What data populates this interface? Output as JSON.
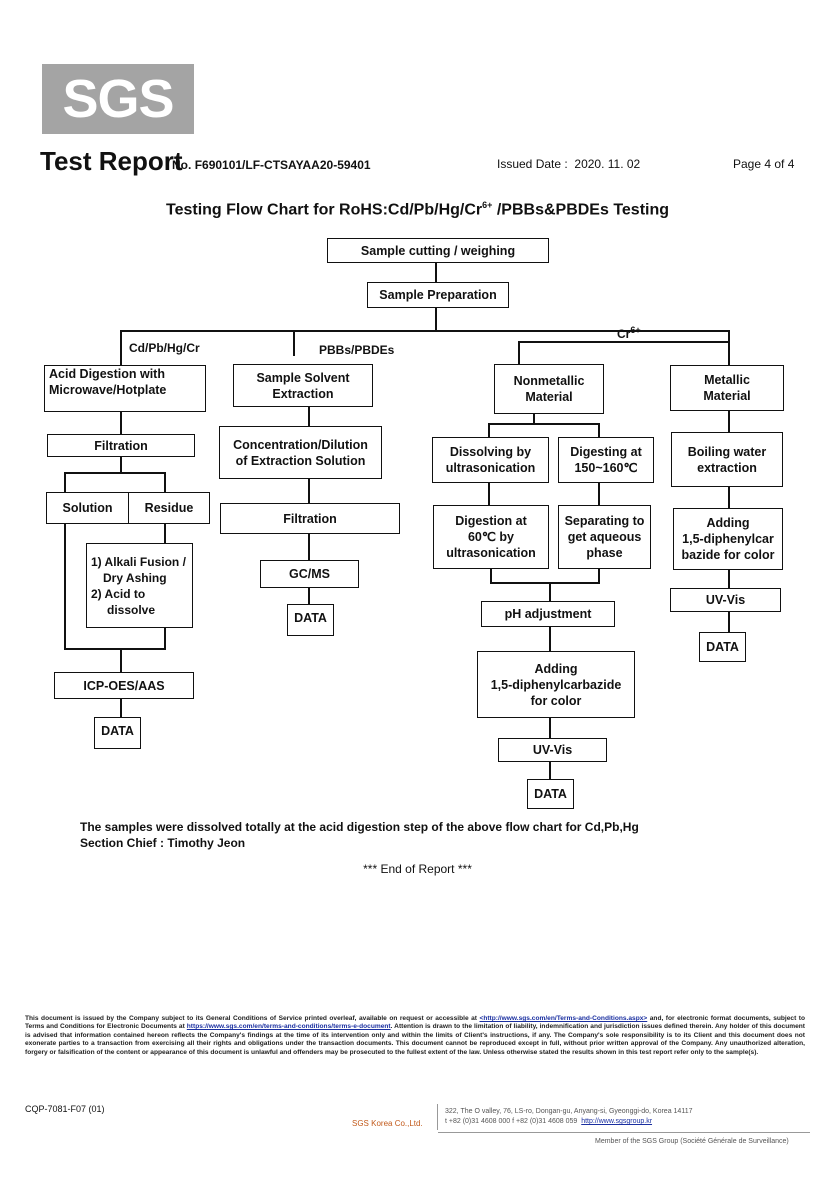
{
  "brand": {
    "logo": "SGS",
    "logo_color": "#a4a4a4"
  },
  "header": {
    "title": "Test Report",
    "no_label": "No.",
    "report_no": "F690101/LF-CTSAYAA20-59401",
    "issued_label": "Issued Date :",
    "issued_date": "2020. 11. 02",
    "page": "Page 4 of 4"
  },
  "chart": {
    "title_pre": "Testing Flow Chart for RoHS:Cd/Pb/Hg/Cr",
    "title_sup": "6+",
    "title_post": " /PBBs&PBDEs Testing",
    "top": {
      "cutting": "Sample cutting / weighing",
      "prep": "Sample Preparation"
    },
    "branch_labels": {
      "cd": "Cd/Pb/Hg/Cr",
      "pbb": "PBBs/PBDEs",
      "cr": "Cr",
      "cr_sup": "6+"
    },
    "col1": {
      "acid_l1": "Acid Digestion with",
      "acid_l2": "Microwave/Hotplate",
      "filtration": "Filtration",
      "solution": "Solution",
      "residue": "Residue",
      "alk_1": "1) Alkali Fusion /",
      "alk_2": "Dry Ashing",
      "alk_3": "2) Acid to",
      "alk_4": "dissolve",
      "icp": "ICP-OES/AAS",
      "data": "DATA"
    },
    "col2": {
      "sse_l1": "Sample Solvent",
      "sse_l2": "Extraction",
      "conc_l1": "Concentration/Dilution",
      "conc_l2": "of Extraction Solution",
      "filtration": "Filtration",
      "gcms": "GC/MS",
      "data": "DATA"
    },
    "col3": {
      "nm_l1": "Nonmetallic",
      "nm_l2": "Material",
      "diss_l1": "Dissolving by",
      "diss_l2": "ultrasonication",
      "dig_l1": "Digesting at",
      "dig_l2": "150~160℃",
      "dg60_l1": "Digestion at",
      "dg60_l2": "60℃ by",
      "dg60_l3": "ultrasonication",
      "sep_l1": "Separating to",
      "sep_l2": "get aqueous",
      "sep_l3": "phase",
      "ph": "pH adjustment",
      "add_l1": "Adding",
      "add_l2": "1,5-diphenylcarbazide",
      "add_l3": "for color",
      "uv": "UV-Vis",
      "data": "DATA"
    },
    "col4": {
      "met_l1": "Metallic",
      "met_l2": "Material",
      "boil_l1": "Boiling water",
      "boil_l2": "extraction",
      "add_l1": "Adding",
      "add_l2": "1,5-diphenylcar",
      "add_l3": "bazide for color",
      "uv": "UV-Vis",
      "data": "DATA"
    }
  },
  "notes": {
    "line1": "The samples were dissolved totally at the acid digestion step of the above flow chart for Cd,Pb,Hg",
    "line2": "Section Chief : Timothy Jeon"
  },
  "end": "*** End of Report ***",
  "disclaimer": {
    "p1": "This document is issued by the Company subject to its General Conditions of Service printed overleaf, available on request or accessible at",
    "link1": "<http://www.sgs.com/en/Terms-and-Conditions.aspx>",
    "p2": "and, for electronic format documents, subject to Terms and Conditions for Electronic Documents at",
    "link2": "https://www.sgs.com/en/terms-and-conditions/terms-e-document",
    "p3": ". Attention is drawn to the limitation of liability, indemnification and jurisdiction issues defined therein. Any holder of this document is advised that information contained hereon reflects the Company's findings at the time of its intervention only and within the limits of Client's instructions, if any. The Company's sole responsibility is to its Client and this document does not exonerate parties to a transaction from exercising all their rights and obligations under the transaction documents. This document cannot be reproduced except in full, without prior written approval of the Company. Any unauthorized alteration, forgery or falsification of the content or appearance of this document is unlawful and offenders may be prosecuted to the fullest extent of the law. Unless otherwise stated the results shown in this test report refer only to the sample(s)."
  },
  "footer": {
    "code": "CQP-7081-F07 (01)",
    "company": "SGS Korea Co.,Ltd.",
    "address": "322, The O valley, 76, LS-ro, Dongan-gu, Anyang-si, Gyeonggi-do, Korea 14117",
    "phone": "t +82 (0)31 4608 000  f +82 (0)31 4608 059",
    "website": "http://www.sgsgroup.kr",
    "member": "Member of the SGS Group (Société Générale de Surveillance)"
  }
}
